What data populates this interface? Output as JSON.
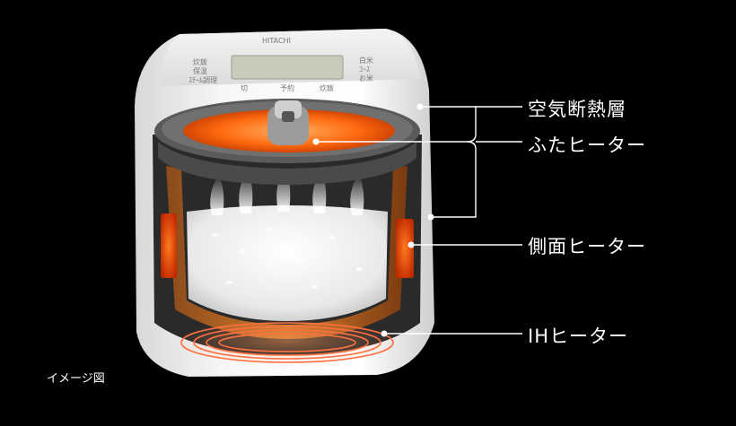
{
  "labels": {
    "air_insulation": "空気断熱層",
    "lid_heater": "ふたヒーター",
    "side_heater": "側面ヒーター",
    "ih_heater": "IHヒーター"
  },
  "caption": "イメージ図",
  "panel": {
    "brand": "HITACHI",
    "left_buttons": [
      "炊飯",
      "保温",
      "ｽﾁｰﾑ調理"
    ],
    "right_buttons": [
      "白米",
      "ｺｰｽ",
      "お米"
    ],
    "bottom_buttons": [
      "切",
      "予約",
      "炊飯"
    ]
  },
  "colors": {
    "label_text": "#ffffff",
    "leader_line": "#ffffff",
    "background": "#000000",
    "heater_orange": "#ff5a00",
    "body_white": "#f2f2f2"
  }
}
